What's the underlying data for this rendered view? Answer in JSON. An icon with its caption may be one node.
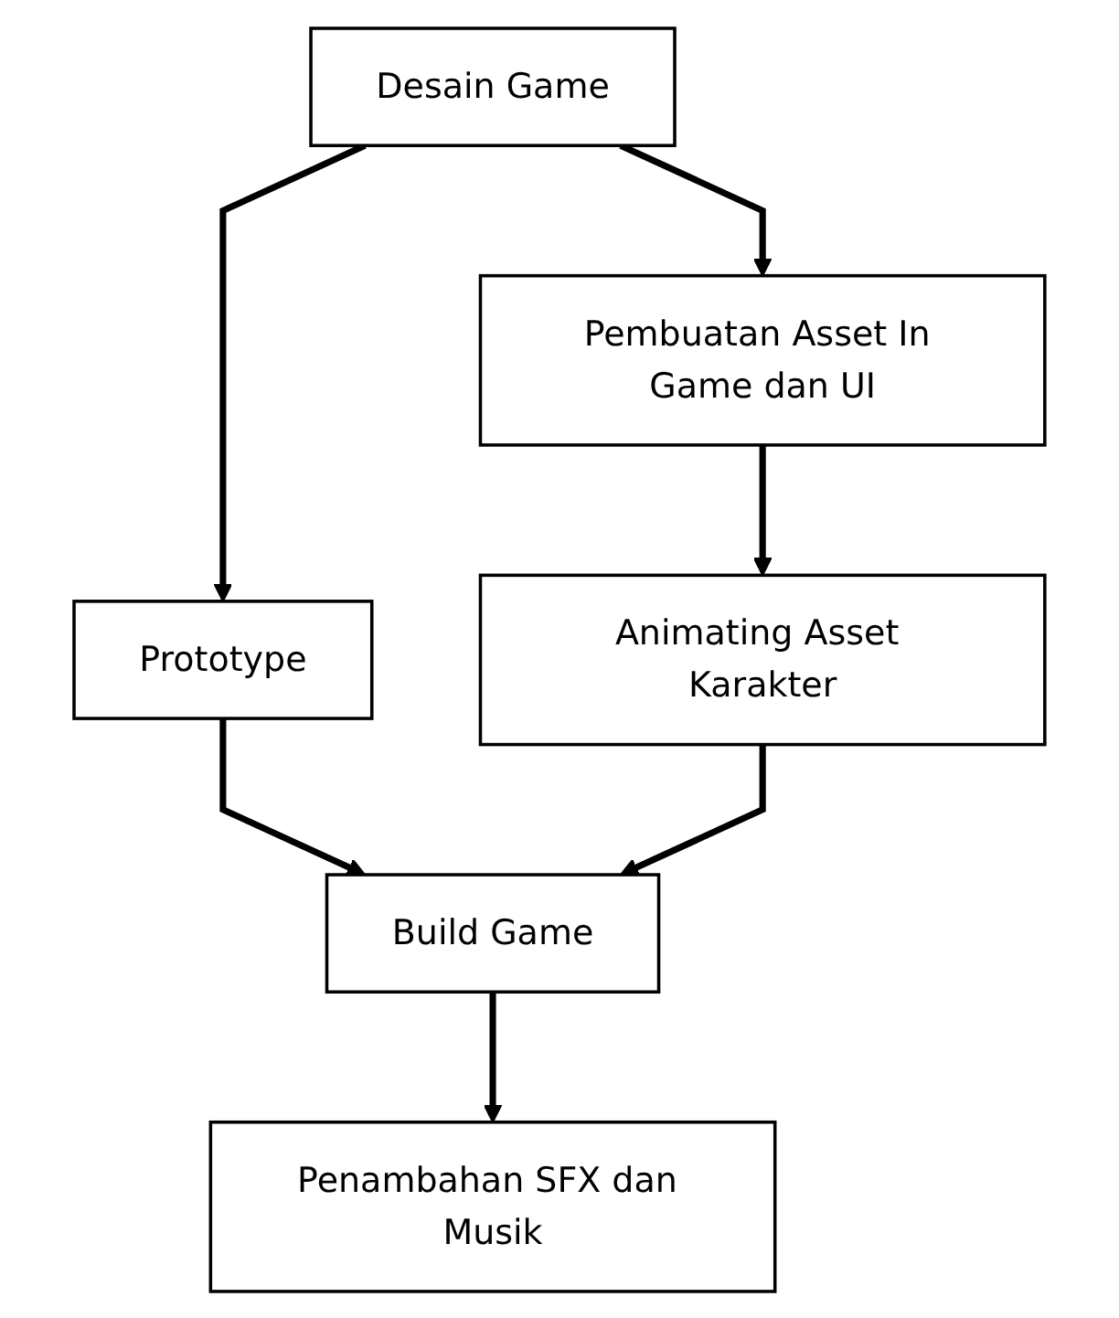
{
  "diagram": {
    "nodes": [
      {
        "text": [
          "Desain Game"
        ]
      },
      {
        "text": [
          "Prototype"
        ]
      },
      {
        "text": [
          "Pembuatan Asset In Game dan UI"
        ]
      },
      {
        "text": [
          "Animating Asset Karakter"
        ]
      },
      {
        "text": [
          "Build Game"
        ]
      },
      {
        "text": [
          "Penambahan SFX dan Musik"
        ]
      }
    ],
    "edges": [
      {
        "from": 0,
        "to": 1,
        "arrow": "to"
      },
      {
        "from": 0,
        "to": 2,
        "arrow": "to"
      },
      {
        "from": 2,
        "to": 3,
        "arrow": "to"
      },
      {
        "from": 1,
        "to": 4,
        "arrow": "to"
      },
      {
        "from": 3,
        "to": 4,
        "arrow": "to"
      },
      {
        "from": 4,
        "to": 5,
        "arrow": "to"
      }
    ]
  }
}
